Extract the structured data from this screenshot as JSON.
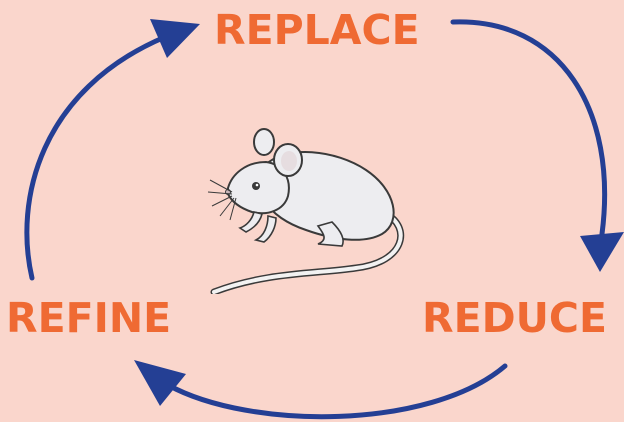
{
  "diagram": {
    "labels": {
      "replace": "REPLACE",
      "reduce": "REDUCE",
      "refine": "REFINE"
    },
    "cycle_order": [
      "REPLACE",
      "REDUCE",
      "REFINE"
    ],
    "center_icon": "white-mouse-illustration",
    "colors": {
      "background": "#fad6cc",
      "label_text": "#ef6a33",
      "arrow": "#243f94"
    }
  }
}
